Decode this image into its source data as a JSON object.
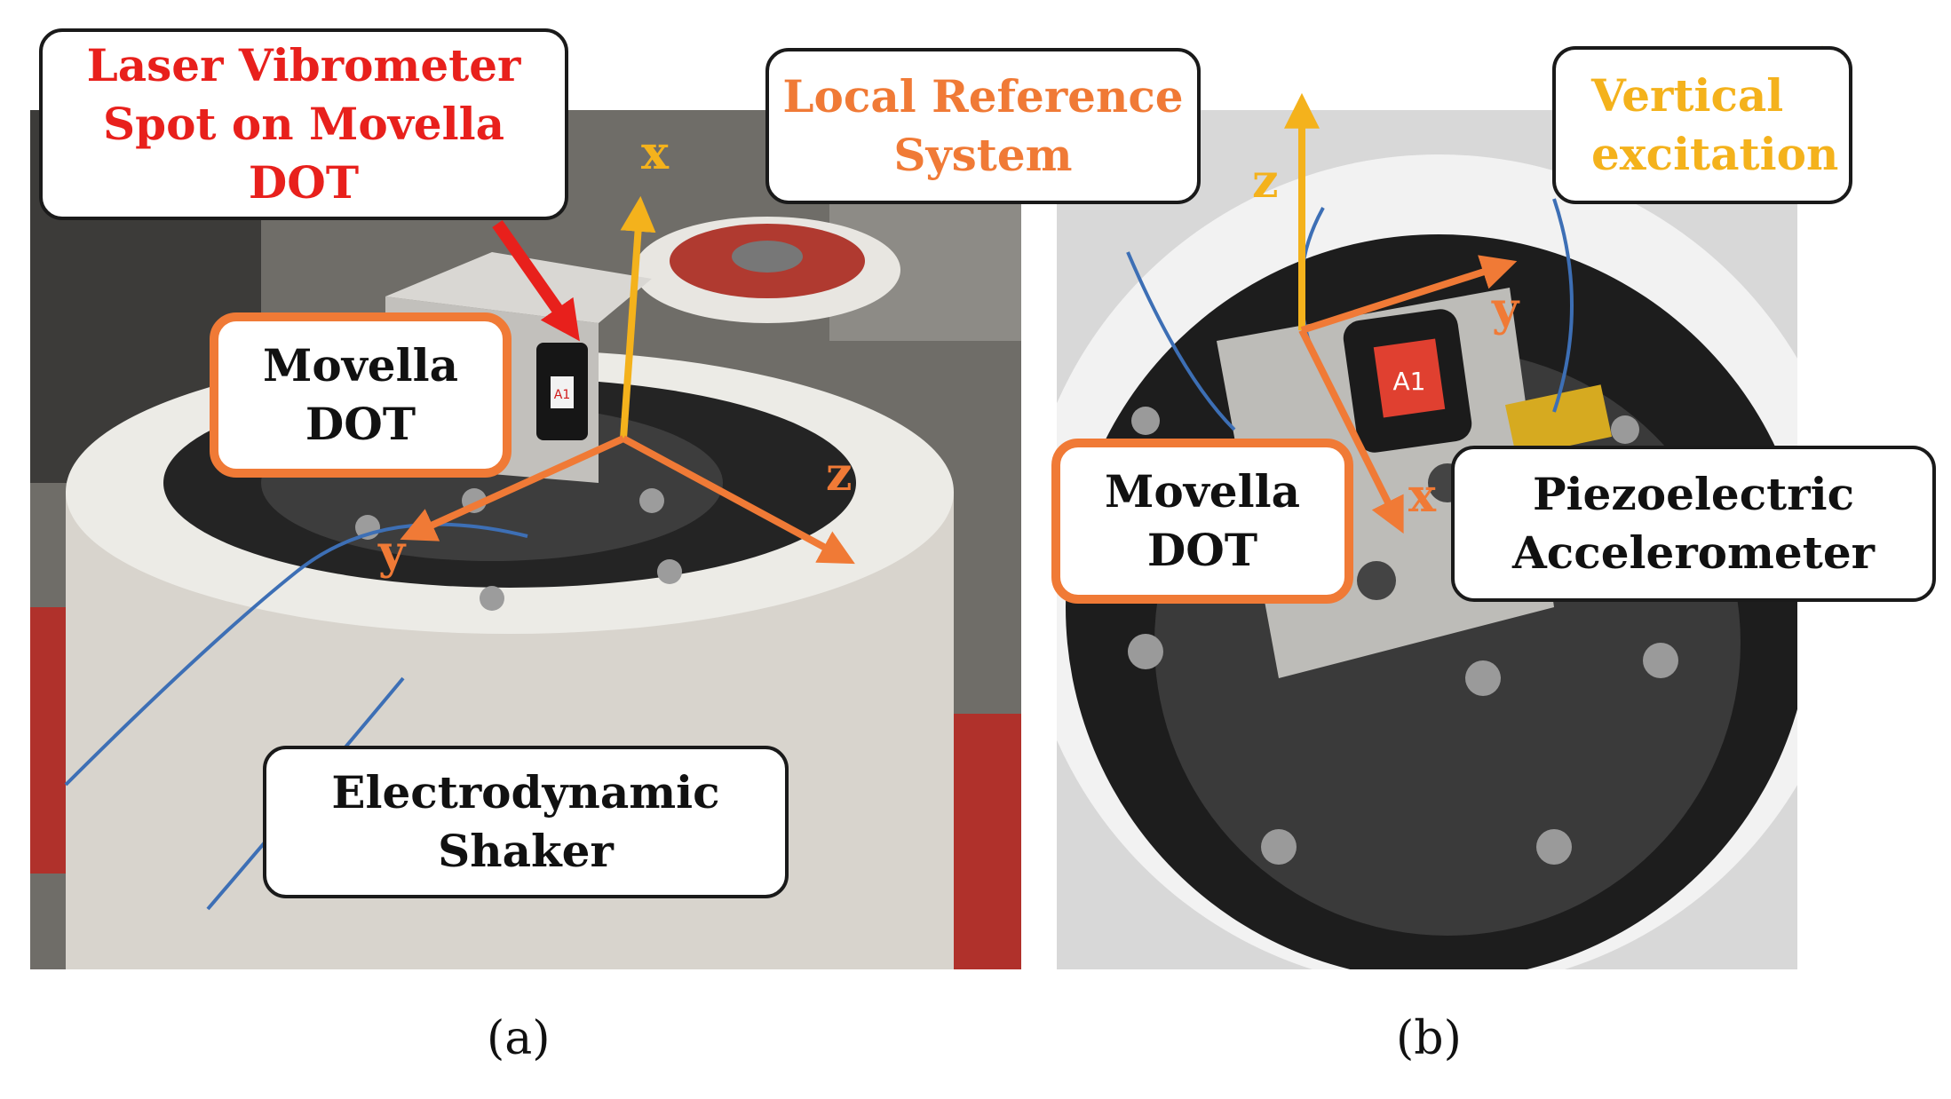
{
  "colors": {
    "orange": "#f07a36",
    "yellow": "#f4b21c",
    "red": "#e8201c",
    "black": "#1a1a1a"
  },
  "panel_a": {
    "caption": "(a)",
    "callouts": {
      "laser": "Laser Vibrometer\nSpot on Movella\nDOT",
      "movella": "Movella\nDOT",
      "shaker": "Electrodynamic\nShaker"
    },
    "axes": {
      "x": "x",
      "y": "y",
      "z": "z"
    }
  },
  "panel_b": {
    "caption": "(b)",
    "callouts": {
      "movella": "Movella\nDOT",
      "piezo": "Piezoelectric\nAccelerometer",
      "vertical": "Vertical\nexcitation"
    },
    "axes": {
      "x": "x",
      "y": "y",
      "z": "z"
    }
  },
  "center": {
    "reference_callout": "Local Reference\nSystem"
  },
  "device_label": "A1"
}
